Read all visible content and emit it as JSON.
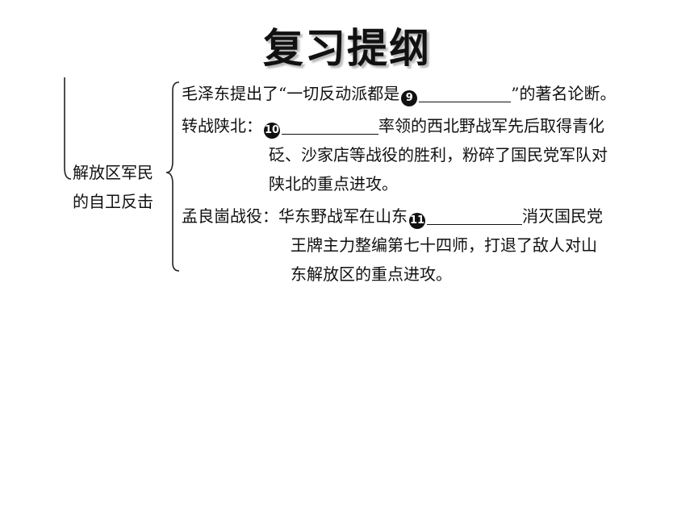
{
  "title": "复习提纲",
  "outline": {
    "root_label_line1": "解放区军民",
    "root_label_line2": "的自卫反击",
    "items": [
      {
        "text_before": "毛泽东提出了“一切反动派都是",
        "badge": "9",
        "text_after": "”的著名论断。"
      },
      {
        "text_before": "转战陕北：",
        "badge": "10",
        "text_after": "率领的西北野战军先后取得青化",
        "continuation": [
          "砭、沙家店等战役的胜利，粉碎了国民党军队对",
          "陕北的重点进攻。"
        ]
      },
      {
        "text_before": "孟良崮战役：华东野战军在山东",
        "badge": "11",
        "text_after": "消灭国民党",
        "continuation": [
          "王牌主力整编第七十四师，打退了敌人对山",
          "东解放区的重点进攻。"
        ]
      }
    ]
  }
}
